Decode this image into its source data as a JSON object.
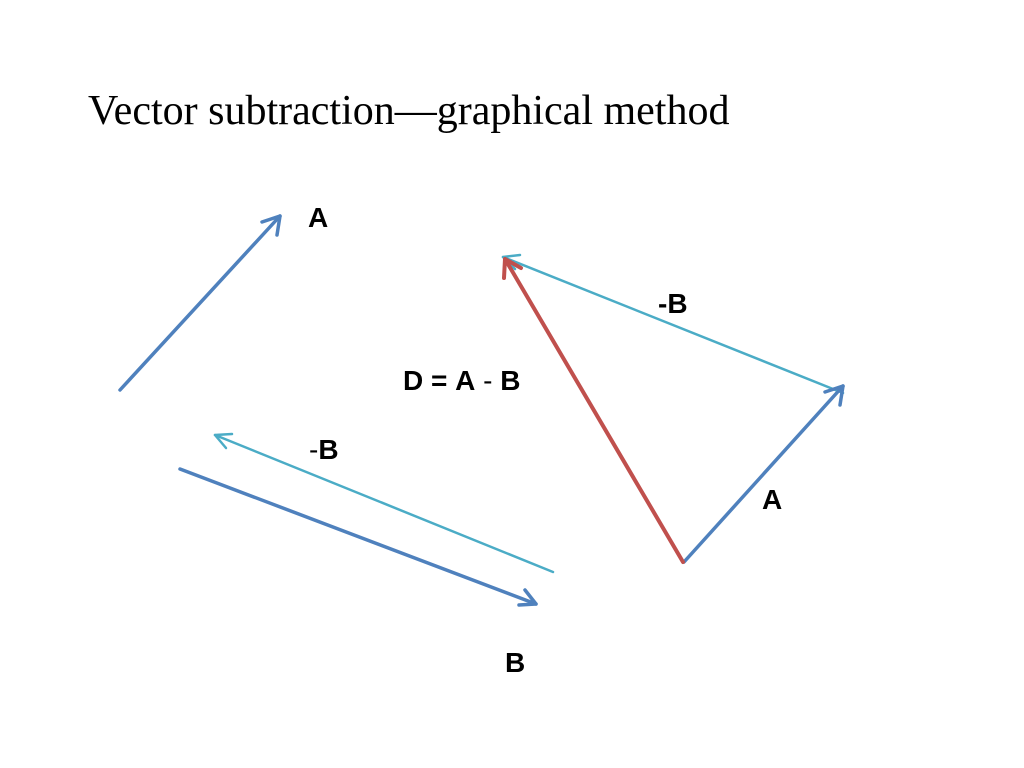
{
  "slide": {
    "title": "Vector subtraction—graphical method"
  },
  "labels": {
    "a_left": "A",
    "neg_b_left_sign": "-",
    "neg_b_left_letter": "B",
    "b_bottom": "B",
    "neg_b_right": "-B",
    "a_right": "A",
    "equation": {
      "lhs": "D",
      "eq": "=",
      "a": "A",
      "minus": "-",
      "b": "B"
    }
  },
  "colors": {
    "vector_a": "#4f81bd",
    "vector_b": "#4f81bd",
    "vector_neg_b": "#4bacc6",
    "vector_d": "#c0504d",
    "text": "#000000"
  }
}
